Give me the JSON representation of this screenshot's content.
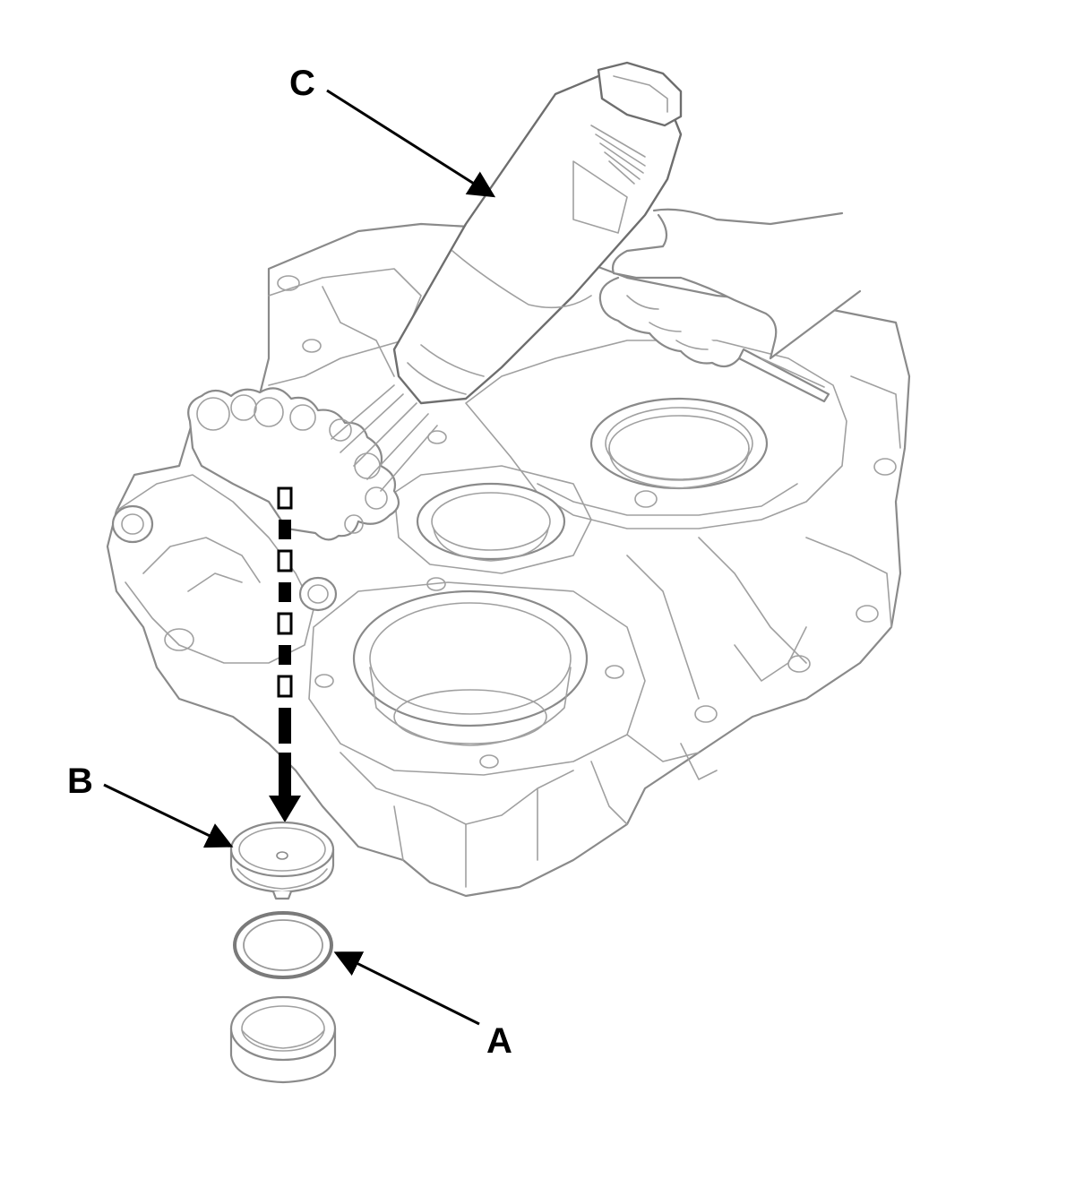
{
  "callouts": {
    "a": "A",
    "b": "B",
    "c": "C"
  },
  "colors": {
    "line": "#8a8a8a",
    "leader": "#000000",
    "background": "#ffffff"
  }
}
